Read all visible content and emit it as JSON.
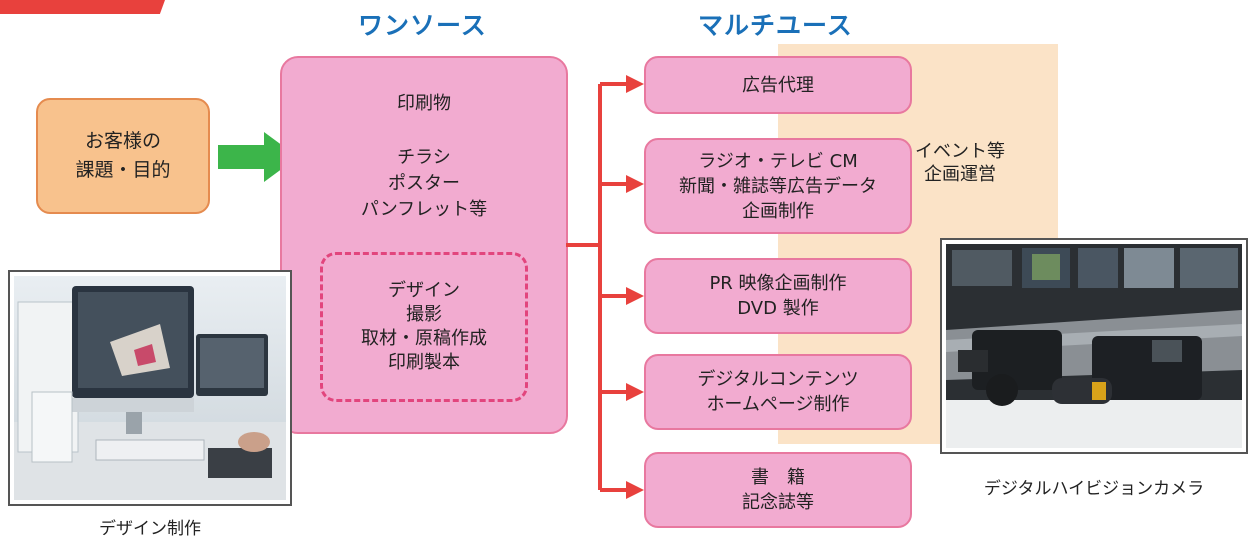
{
  "headings": {
    "one_source": "ワンソース",
    "multi_use": "マルチユース"
  },
  "customer_box": {
    "line1": "お客様の",
    "line2": "課題・目的"
  },
  "one_source_box": {
    "line1": "印刷物",
    "line2": "チラシ",
    "line3": "ポスター",
    "line4": "パンフレット等",
    "inner": {
      "line1": "デザイン",
      "line2": "撮影",
      "line3": "取材・原稿作成",
      "line4": "印刷製本"
    }
  },
  "multi_use_items": [
    {
      "lines": [
        "広告代理"
      ]
    },
    {
      "lines": [
        "ラジオ・テレビ CM",
        "新聞・雑誌等広告データ",
        "企画制作"
      ]
    },
    {
      "lines": [
        "PR 映像企画制作",
        "DVD 製作"
      ]
    },
    {
      "lines": [
        "デジタルコンテンツ",
        "ホームページ制作"
      ]
    },
    {
      "lines": [
        "書　籍",
        "記念誌等"
      ]
    }
  ],
  "event_box": {
    "line1": "イベント等",
    "line2": "企画運営"
  },
  "photos": {
    "left_caption": "デザイン制作",
    "right_caption": "デジタルハイビジョンカメラ"
  },
  "colors": {
    "heading": "#1a70b8",
    "pink_fill": "#f2abd0",
    "pink_border": "#e8789f",
    "connector_red": "#e8413d",
    "green_arrow": "#3cb54a",
    "customer_fill": "#f8c28d",
    "event_fill": "#fbe3c7"
  }
}
